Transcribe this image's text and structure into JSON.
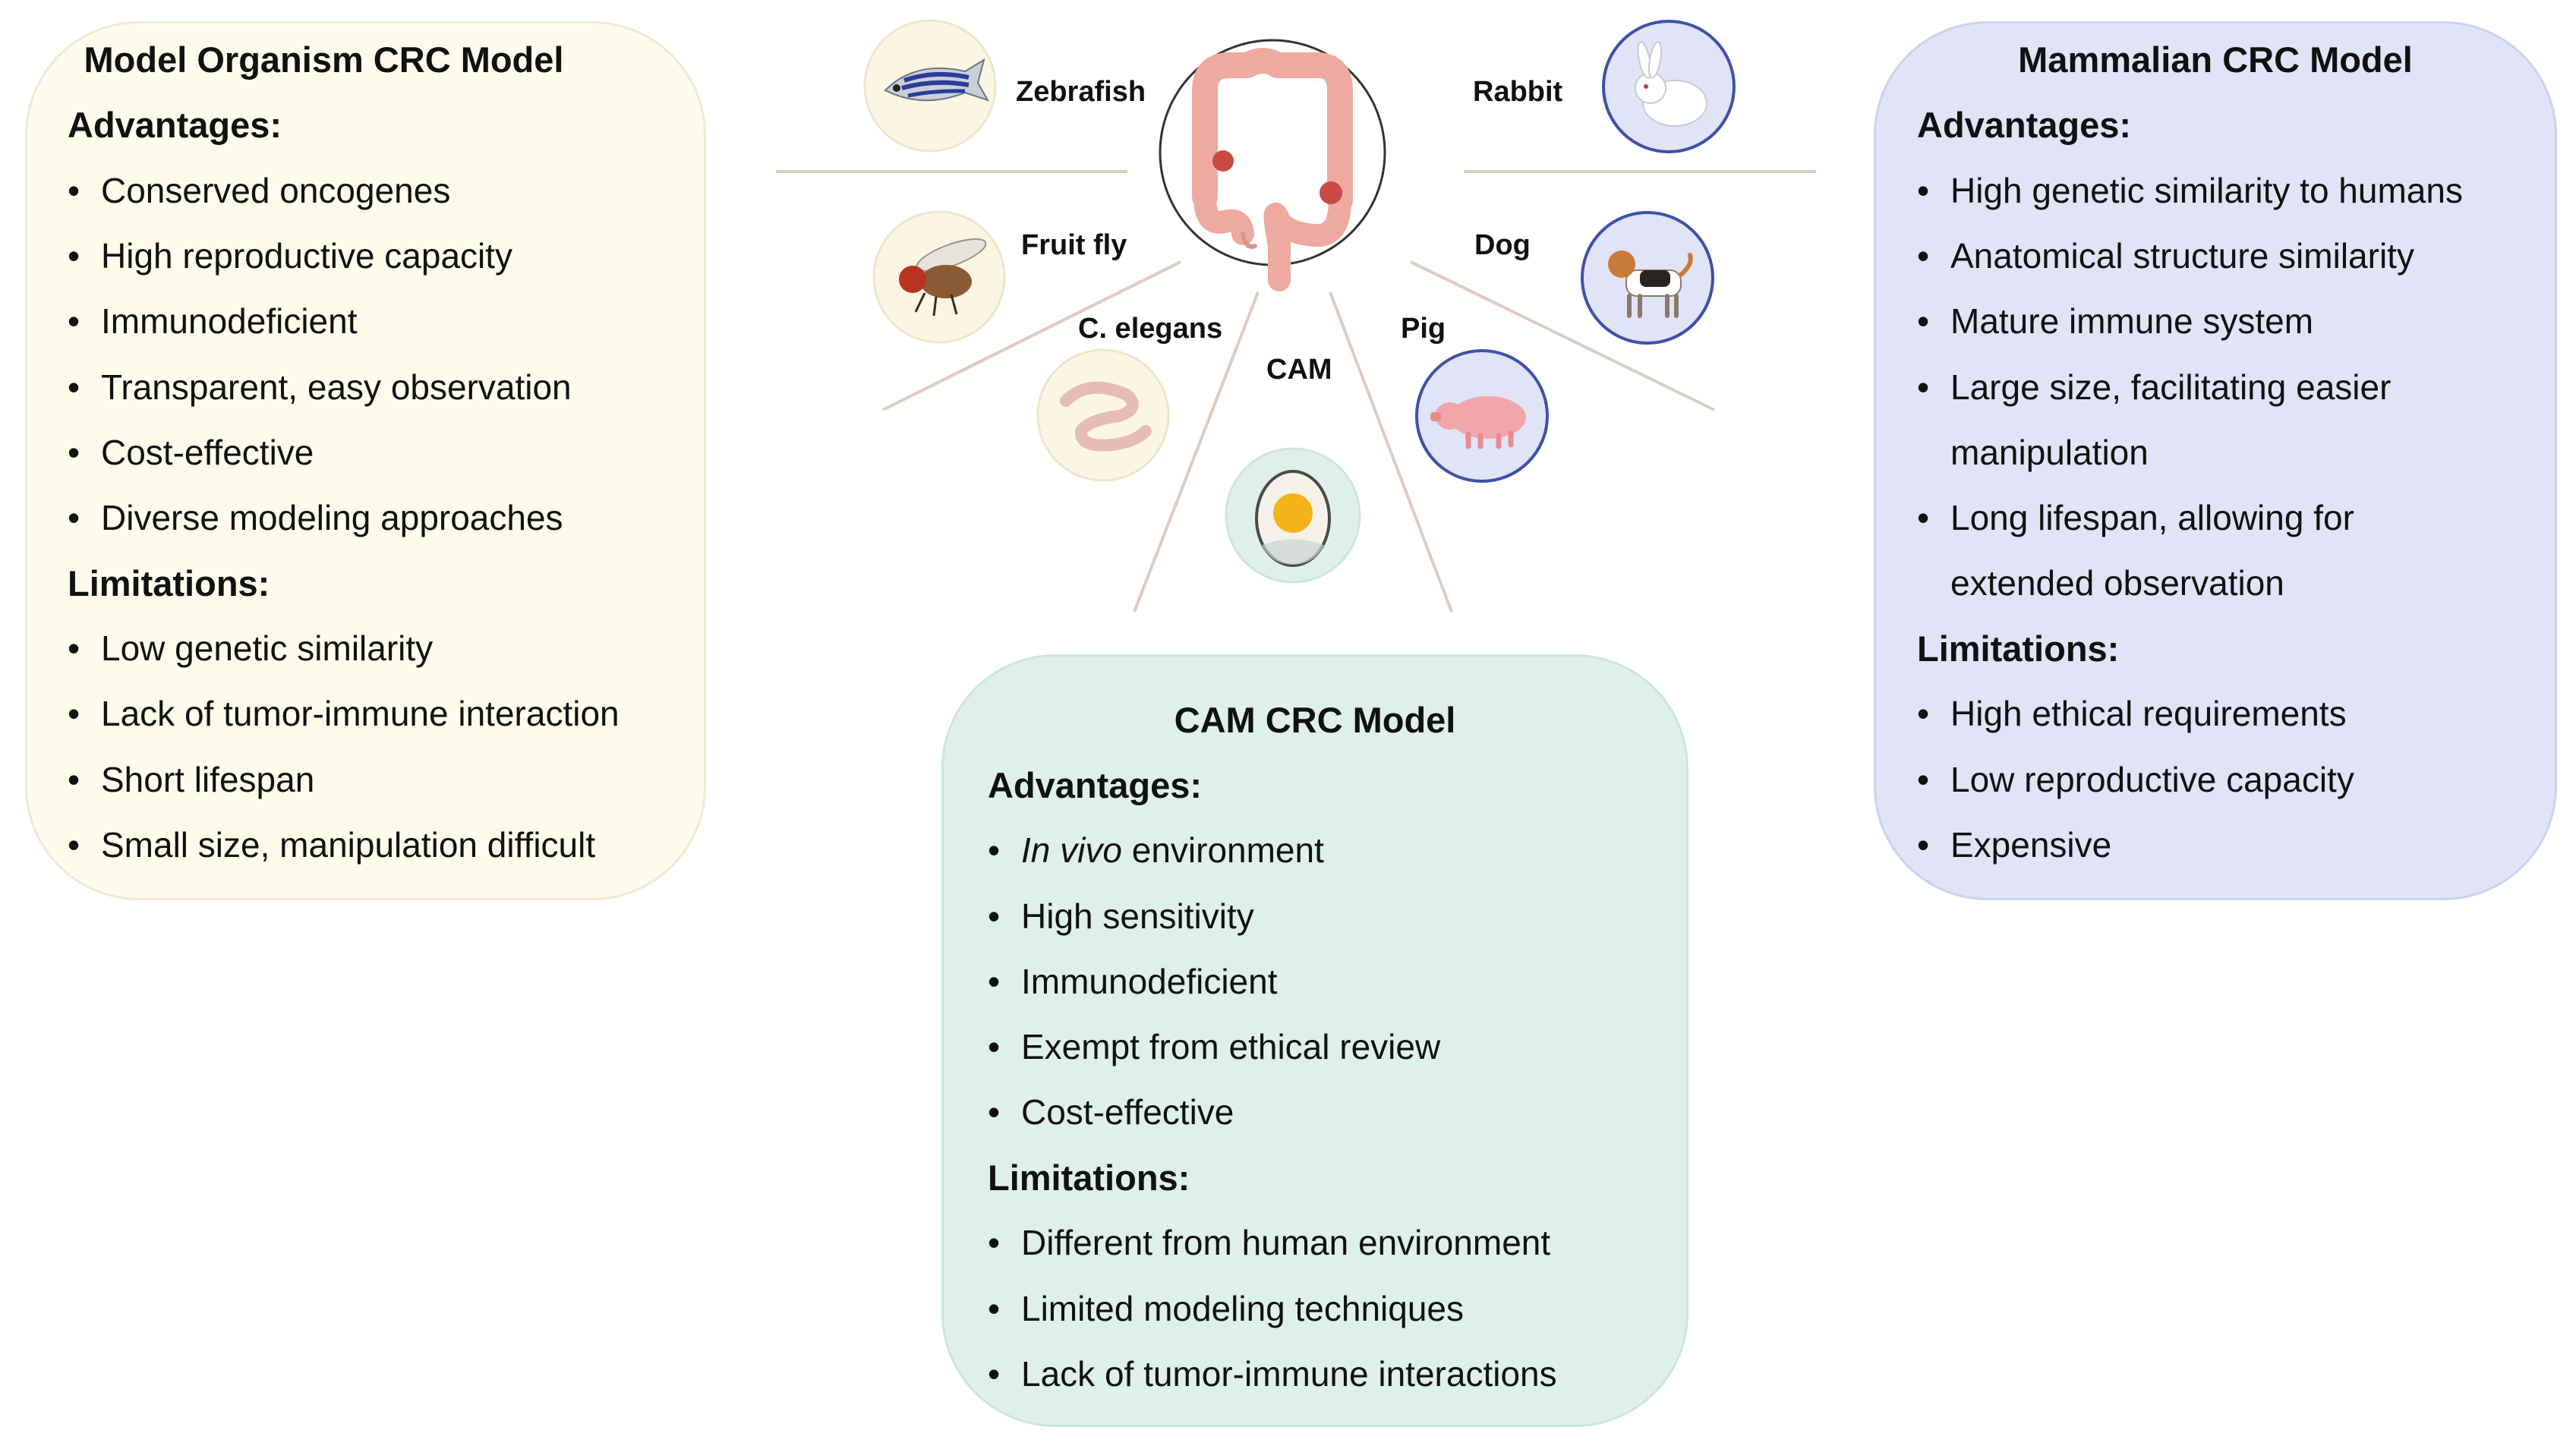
{
  "organism_panel": {
    "title": "Model Organism CRC Model",
    "advantages_heading": "Advantages:",
    "advantages": [
      "Conserved oncogenes",
      "High reproductive capacity",
      "Immunodeficient",
      "Transparent, easy observation",
      "Cost-effective",
      "Diverse modeling approaches"
    ],
    "limitations_heading": "Limitations:",
    "limitations": [
      "Low genetic similarity",
      "Lack of tumor-immune interaction",
      "Short lifespan",
      "Small size, manipulation difficult"
    ]
  },
  "mammalian_panel": {
    "title": "Mammalian CRC Model",
    "advantages_heading": "Advantages:",
    "advantages": [
      "High genetic similarity to humans",
      "Anatomical structure similarity",
      "Mature immune system",
      "Large size, facilitating easier",
      "manipulation",
      "Long lifespan, allowing for",
      "extended observation"
    ],
    "limitations_heading": "Limitations:",
    "limitations": [
      "High ethical requirements",
      "Low reproductive capacity",
      "Expensive"
    ]
  },
  "cam_panel": {
    "title": "CAM CRC Model",
    "advantages_heading": "Advantages:",
    "advantages": [
      {
        "em": "In vivo",
        "rest": " environment"
      },
      "High sensitivity",
      "Immunodeficient",
      "Exempt from ethical review",
      "Cost-effective"
    ],
    "limitations_heading": "Limitations:",
    "limitations": [
      "Different from human environment",
      "Limited modeling techniques",
      "Lack of tumor-immune interactions"
    ]
  },
  "bullet": "•",
  "center_labels": {
    "zebrafish": "Zebrafish",
    "fruit_fly": "Fruit fly",
    "c_elegans": "C. elegans",
    "cam": "CAM",
    "pig": "Pig",
    "dog": "Dog",
    "rabbit": "Rabbit"
  },
  "icons": {
    "center": "colon-with-tumors-icon",
    "zebrafish": "zebrafish-icon",
    "fruit_fly": "fruit-fly-icon",
    "c_elegans": "worm-icon",
    "cam": "egg-icon",
    "pig": "pig-icon",
    "dog": "dog-icon",
    "rabbit": "rabbit-icon"
  },
  "colors": {
    "organism_panel_bg": "#fdfbeb",
    "mammalian_panel_bg": "#e0e4f6",
    "cam_panel_bg": "#dff0ea",
    "organism_circle_bg": "#fbf6e3",
    "mammal_circle_border": "#3f51a8",
    "connector_line": "#d8c8bf"
  }
}
